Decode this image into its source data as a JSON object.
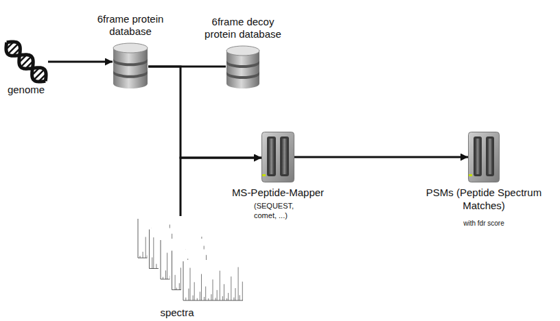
{
  "diagram": {
    "nodes": [
      {
        "text": [
          "genome"
        ]
      },
      {
        "text": [
          "6frame protein database"
        ]
      },
      {
        "text": [
          "6frame decoy protein database"
        ]
      },
      {
        "text": [
          "MS-Peptide-Mapper",
          "(SEQUEST, comet, ...)"
        ]
      },
      {
        "text": [
          "PSMs (Peptide Spectrum Matches)",
          "with fdr score"
        ]
      },
      {
        "text": [
          "spectra"
        ]
      }
    ],
    "edges": [
      {
        "from": 0,
        "to": 1,
        "arrow": "to"
      },
      {
        "from": 1,
        "to": 2,
        "arrow": "none"
      },
      {
        "from": 1,
        "to": 3,
        "arrow": "to"
      },
      {
        "from": 5,
        "to": 3,
        "arrow": "to"
      },
      {
        "from": 3,
        "to": 4,
        "arrow": "to"
      }
    ]
  }
}
